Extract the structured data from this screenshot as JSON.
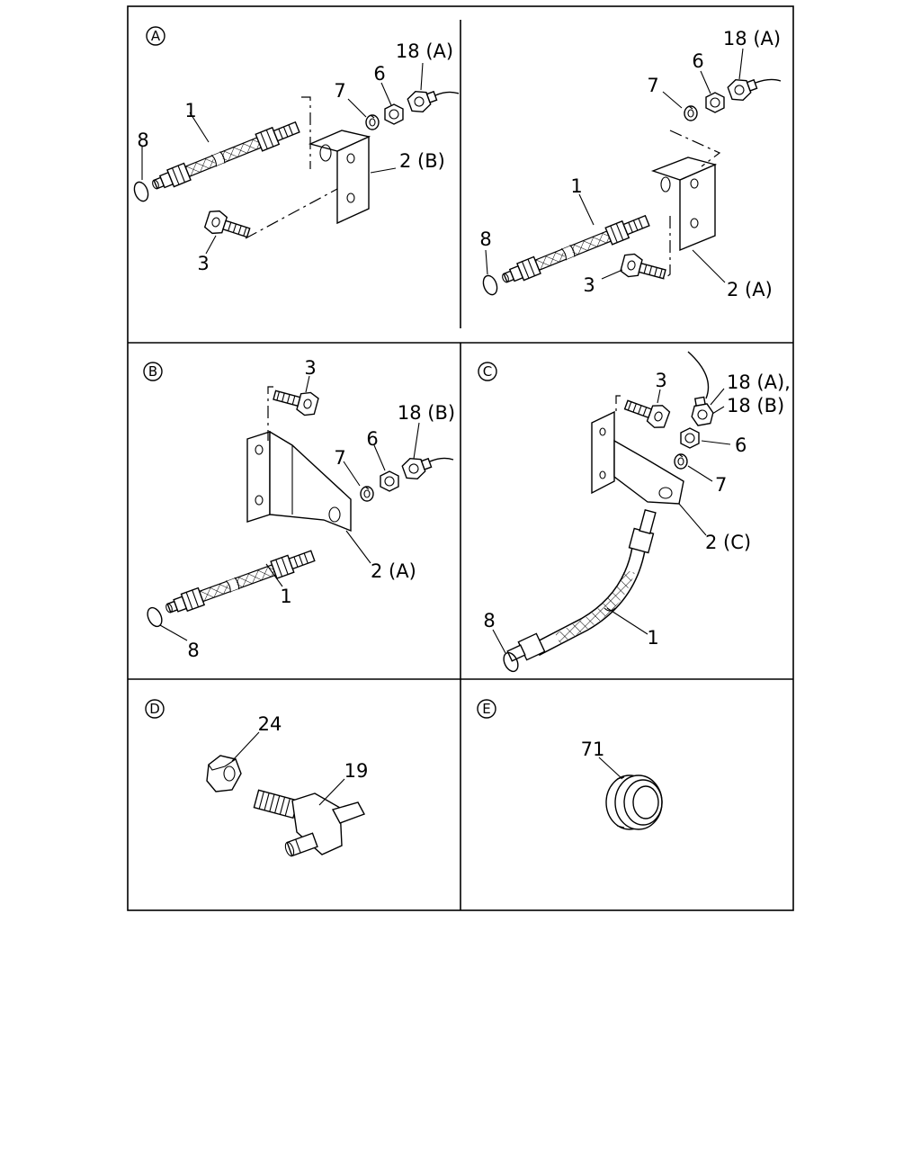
{
  "panels": {
    "a": {
      "tag": "A",
      "labels": {
        "p18": "18 (A)",
        "p6": "6",
        "p7": "7",
        "p1": "1",
        "p8": "8",
        "p2": "2 (B)",
        "p3": "3"
      }
    },
    "a2": {
      "labels": {
        "p18": "18 (A)",
        "p6": "6",
        "p7": "7",
        "p1": "1",
        "p8": "8",
        "p3": "3",
        "p2": "2 (A)"
      }
    },
    "b": {
      "tag": "B",
      "labels": {
        "p3": "3",
        "p18": "18 (B)",
        "p6": "6",
        "p7": "7",
        "p2": "2 (A)",
        "p1": "1",
        "p8": "8"
      }
    },
    "c": {
      "tag": "C",
      "labels": {
        "p3": "3",
        "p18a": "18 (A),",
        "p18b": "18 (B)",
        "p6": "6",
        "p7": "7",
        "p2": "2 (C)",
        "p1": "1",
        "p8": "8"
      }
    },
    "d": {
      "tag": "D",
      "labels": {
        "p24": "24",
        "p19": "19"
      }
    },
    "e": {
      "tag": "E",
      "labels": {
        "p71": "71"
      }
    }
  }
}
